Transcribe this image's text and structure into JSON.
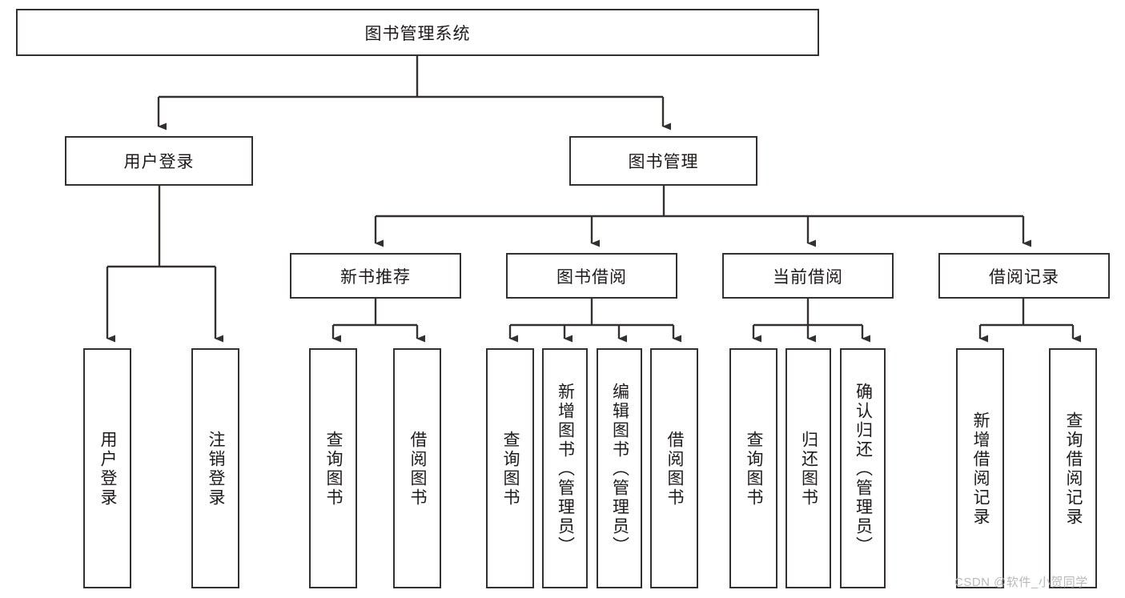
{
  "diagram": {
    "title": "图书管理系统",
    "type": "tree-hierarchy",
    "stroke_color": "#33302f",
    "text_color": "#1c1b1a",
    "background_color": "#ffffff"
  },
  "nodes": {
    "root": {
      "label": "图书管理系统"
    },
    "level2": [
      {
        "label": "用户登录"
      },
      {
        "label": "图书管理"
      }
    ],
    "level3": [
      {
        "label": "新书推荐"
      },
      {
        "label": "图书借阅"
      },
      {
        "label": "当前借阅"
      },
      {
        "label": "借阅记录"
      }
    ],
    "leaves": {
      "user_login": [
        {
          "label": "用户登录"
        },
        {
          "label": "注销登录"
        }
      ],
      "new_book_recommend": [
        {
          "label": "查询图书"
        },
        {
          "label": "借阅图书"
        }
      ],
      "book_borrow": [
        {
          "label": "查询图书"
        },
        {
          "label": "新增图书（管理员）"
        },
        {
          "label": "编辑图书（管理员）"
        },
        {
          "label": "借阅图书"
        }
      ],
      "current_borrow": [
        {
          "label": "查询图书"
        },
        {
          "label": "归还图书"
        },
        {
          "label": "确认归还（管理员）"
        }
      ],
      "borrow_record": [
        {
          "label": "新增借阅记录"
        },
        {
          "label": "查询借阅记录"
        }
      ]
    }
  },
  "watermark": {
    "text": "CSDN @软件_小贺同学"
  }
}
